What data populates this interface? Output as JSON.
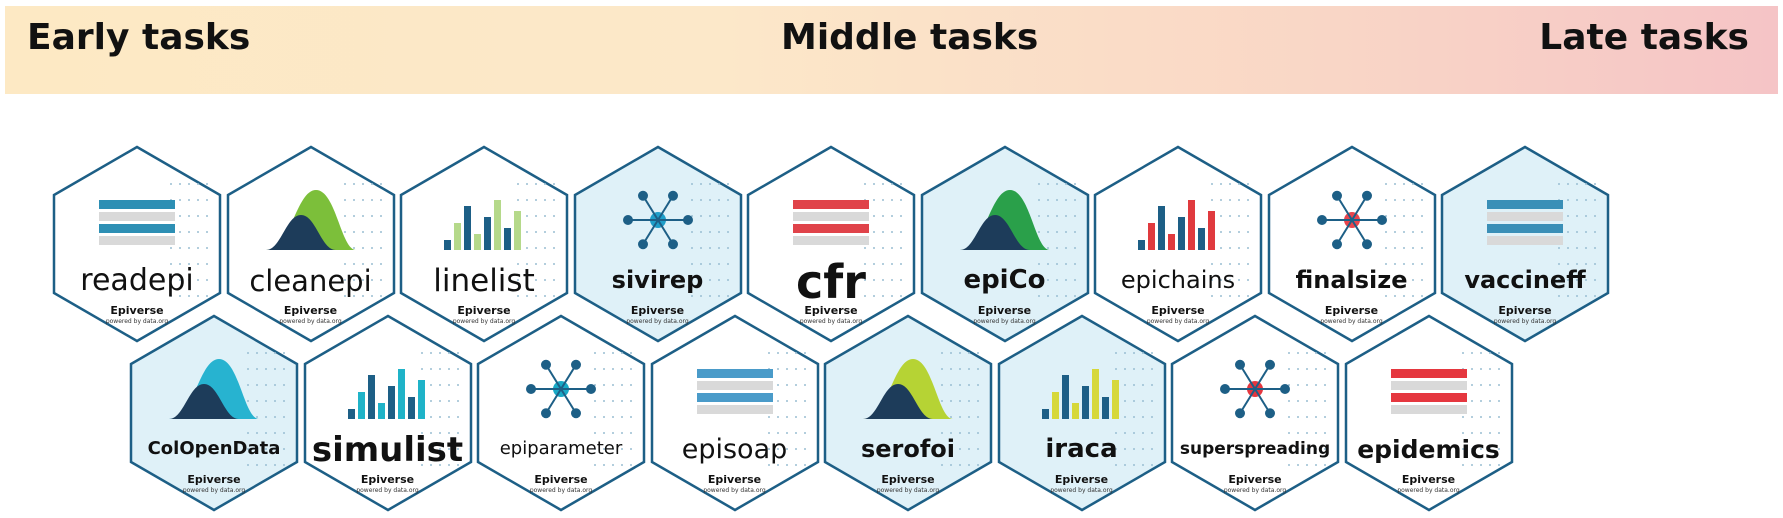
{
  "stages": {
    "early": "Early tasks",
    "middle": "Middle tasks",
    "late": "Late tasks"
  },
  "banner_colors": {
    "left": "#fde9c4",
    "right": "#f5c4c6"
  },
  "brand": {
    "name": "Epiverse",
    "powered": "powered by data.org"
  },
  "packages": [
    {
      "name": "readepi",
      "row": 1,
      "fill": "#ffffff",
      "accent": "#2d8fb4",
      "size": 30,
      "weight": "normal"
    },
    {
      "name": "cleanepi",
      "row": 1,
      "fill": "#ffffff",
      "accent": "#7cbf3a",
      "size": 29,
      "weight": "normal"
    },
    {
      "name": "linelist",
      "row": 1,
      "fill": "#ffffff",
      "accent": "#b5d98a",
      "size": 31,
      "weight": "normal"
    },
    {
      "name": "sivirep",
      "row": 1,
      "fill": "#dff1f8",
      "accent": "#1f9fc9",
      "size": 24,
      "weight": "bold"
    },
    {
      "name": "cfr",
      "row": 1,
      "fill": "#ffffff",
      "accent": "#e0434a",
      "size": 46,
      "weight": "bold"
    },
    {
      "name": "epiCo",
      "row": 1,
      "fill": "#dff1f8",
      "accent": "#2aa04a",
      "size": 26,
      "weight": "bold"
    },
    {
      "name": "epichains",
      "row": 1,
      "fill": "#ffffff",
      "accent": "#e03a3e",
      "size": 24,
      "weight": "normal"
    },
    {
      "name": "finalsize",
      "row": 1,
      "fill": "#ffffff",
      "accent": "#e8454d",
      "size": 24,
      "weight": "bold"
    },
    {
      "name": "vaccineff",
      "row": 1,
      "fill": "#dff1f8",
      "accent": "#3a8fb7",
      "size": 24,
      "weight": "bold"
    },
    {
      "name": "ColOpenData",
      "row": 2,
      "fill": "#dff1f8",
      "accent": "#27b3d0",
      "size": 18,
      "weight": "bold"
    },
    {
      "name": "simulist",
      "row": 2,
      "fill": "#ffffff",
      "accent": "#1fb3c8",
      "size": 34,
      "weight": "bold"
    },
    {
      "name": "epiparameter",
      "row": 2,
      "fill": "#ffffff",
      "accent": "#18a9c6",
      "size": 18,
      "weight": "normal"
    },
    {
      "name": "episoap",
      "row": 2,
      "fill": "#ffffff",
      "accent": "#4a9bc9",
      "size": 27,
      "weight": "normal"
    },
    {
      "name": "serofoi",
      "row": 2,
      "fill": "#dff1f8",
      "accent": "#b6d334",
      "size": 24,
      "weight": "bold"
    },
    {
      "name": "iraca",
      "row": 2,
      "fill": "#dff1f8",
      "accent": "#d6d83a",
      "size": 26,
      "weight": "bold"
    },
    {
      "name": "superspreading",
      "row": 2,
      "fill": "#ffffff",
      "accent": "#e5373f",
      "size": 17,
      "weight": "bold"
    },
    {
      "name": "epidemics",
      "row": 2,
      "fill": "#ffffff",
      "accent": "#e5373f",
      "size": 25,
      "weight": "bold"
    }
  ]
}
